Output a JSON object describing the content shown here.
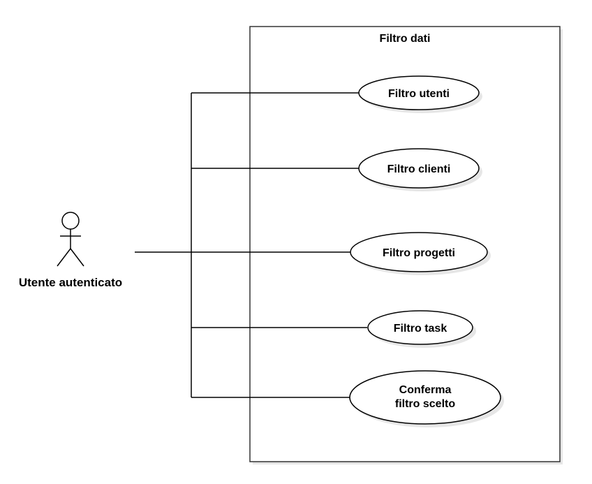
{
  "diagram": {
    "system": {
      "title": "Filtro dati"
    },
    "actor": {
      "name": "Utente autenticato"
    },
    "use_cases": [
      {
        "lines": [
          "Filtro utenti"
        ]
      },
      {
        "lines": [
          "Filtro clienti"
        ]
      },
      {
        "lines": [
          "Filtro progetti"
        ]
      },
      {
        "lines": [
          "Filtro task"
        ]
      },
      {
        "lines": [
          "Conferma",
          "filtro scelto"
        ]
      }
    ]
  },
  "colors": {
    "stroke": "#000000",
    "shadow": "#e6e6e6",
    "box_border": "#333333",
    "fill": "#ffffff"
  }
}
